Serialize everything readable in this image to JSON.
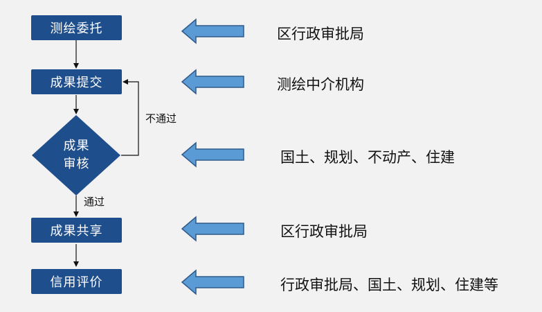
{
  "flow": {
    "steps": [
      {
        "label": "测绘委托"
      },
      {
        "label": "成果提交"
      },
      {
        "label": "成果审核"
      },
      {
        "label": "成果共享"
      },
      {
        "label": "信用评价"
      }
    ],
    "decision": {
      "line1": "成果",
      "line2": "审核"
    },
    "fail_label": "不通过",
    "pass_label": "通过"
  },
  "responsible": [
    "区行政审批局",
    "测绘中介机构",
    "国土、规划、不动产、住建",
    "区行政审批局",
    "行政审批局、国土、规划、住建等"
  ],
  "colors": {
    "box": "#1f4e8c",
    "arrow_fill": "#5b9bd5",
    "arrow_stroke": "#2f5a8a",
    "background": "#f2f2f2"
  }
}
